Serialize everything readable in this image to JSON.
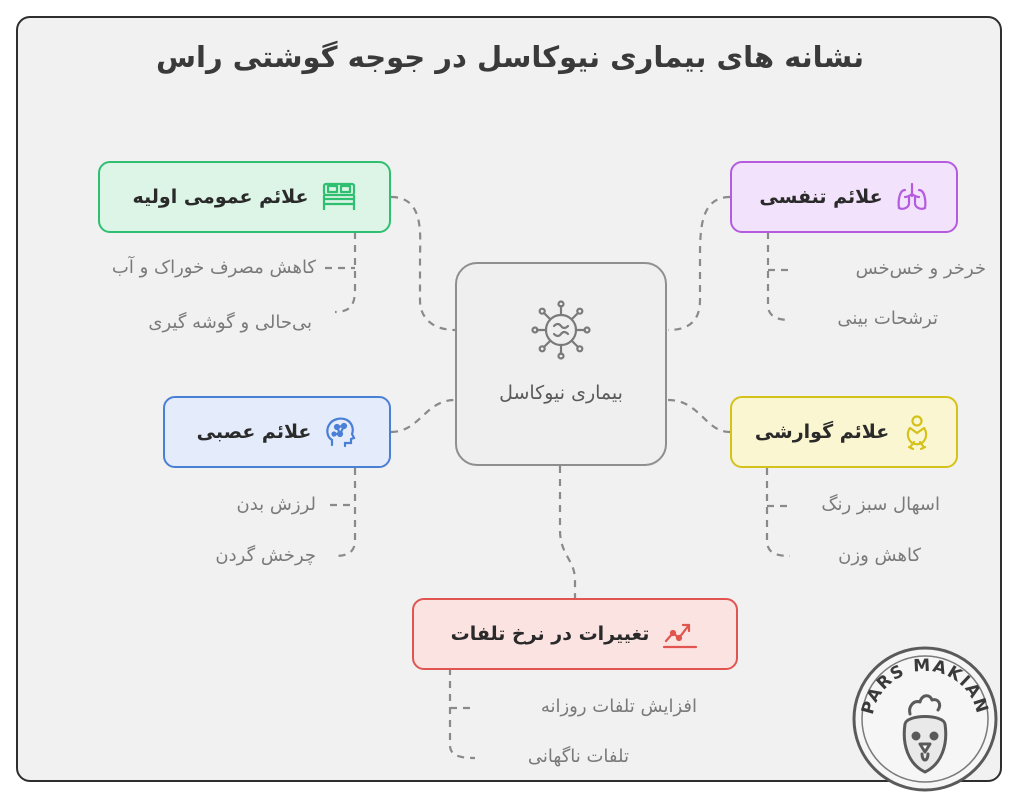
{
  "title": "نشانه های بیماری نیوکاسل در جوجه گوشتی راس",
  "center": {
    "label": "بیماری نیوکاسل",
    "icon": "virus-icon"
  },
  "categories": {
    "general": {
      "label": "علائم عمومی اولیه",
      "icon": "bed-icon",
      "color": "#2fbf71",
      "fill": "#dcf5e6",
      "items": [
        "کاهش مصرف خوراک و آب",
        "بی‌حالی و گوشه گیری"
      ]
    },
    "respiratory": {
      "label": "علائم تنفسی",
      "icon": "lungs-icon",
      "color": "#b45be0",
      "fill": "#f3e2fb",
      "items": [
        "خرخر و خس‌خس",
        "ترشحات بینی"
      ]
    },
    "nervous": {
      "label": "علائم عصبی",
      "icon": "brain-icon",
      "color": "#4a7fd6",
      "fill": "#e4ecfb",
      "items": [
        "لرزش بدن",
        "چرخش گردن"
      ]
    },
    "digestive": {
      "label": "علائم گوارشی",
      "icon": "stomach-icon",
      "color": "#d4c21a",
      "fill": "#fbf6d2",
      "items": [
        "اسهال سبز رنگ",
        "کاهش وزن"
      ]
    },
    "mortality": {
      "label": "تغییرات در نرخ تلفات",
      "icon": "trend-chart-icon",
      "color": "#e0554f",
      "fill": "#fbe3e2",
      "items": [
        "افزایش تلفات روزانه",
        "تلفات ناگهانی"
      ]
    }
  },
  "logo": {
    "text": "PARS MAKIAN",
    "icon": "rooster-icon"
  },
  "colors": {
    "line": "#8a8a8a",
    "frame_bg": "#f1f1f1",
    "text": "#3a3a3a"
  }
}
